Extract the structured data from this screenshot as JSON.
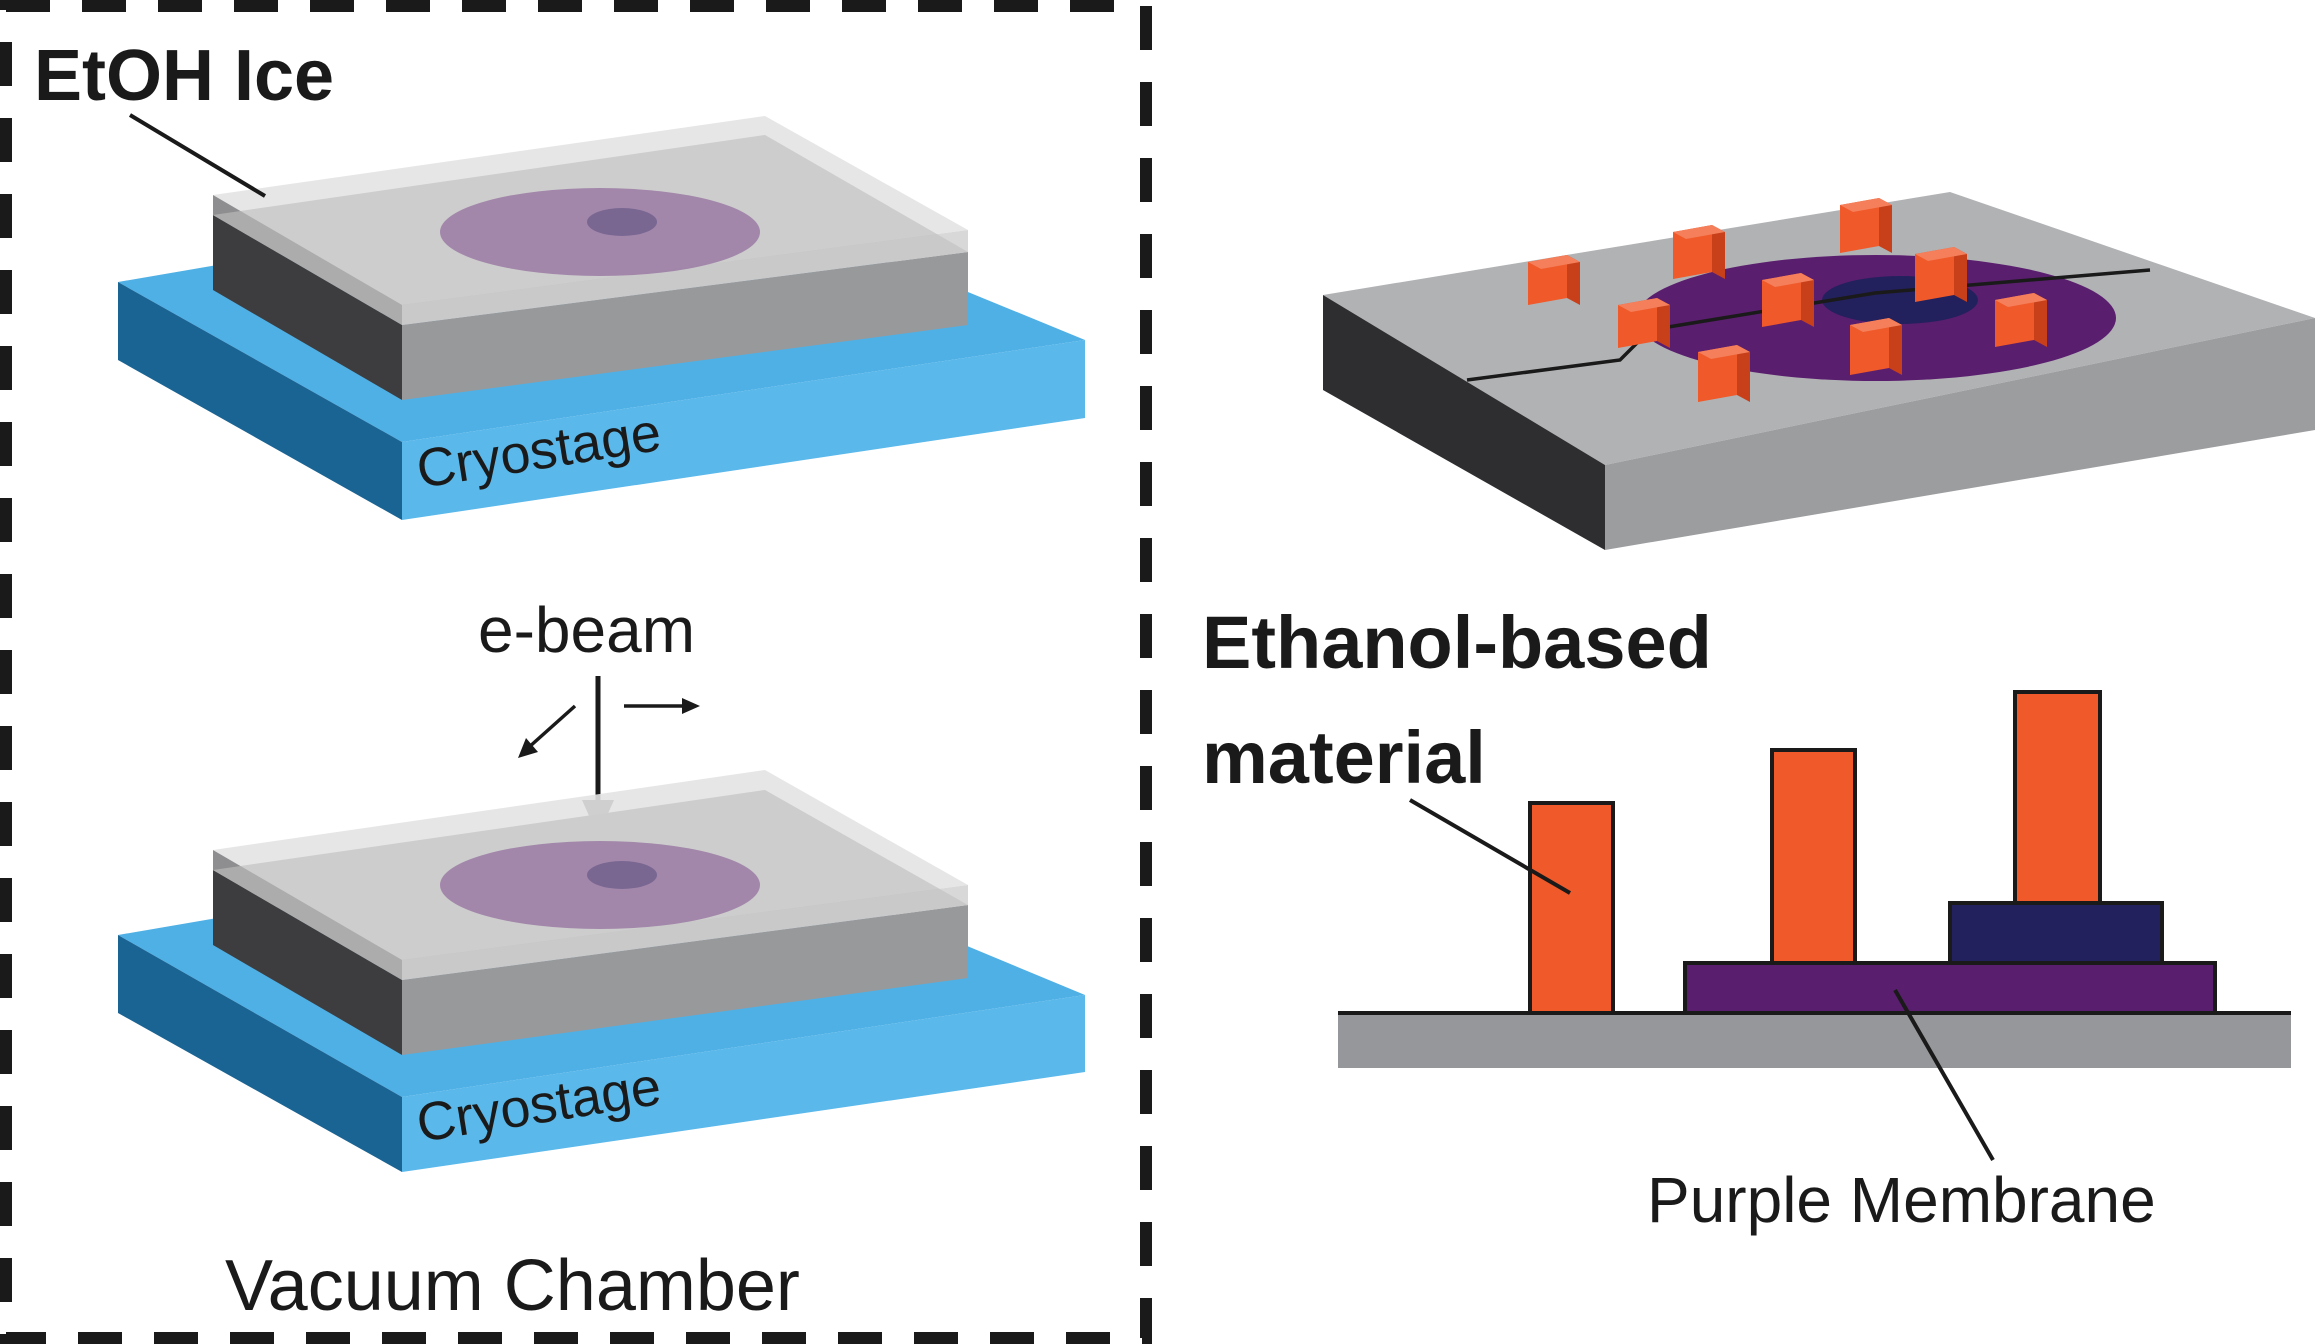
{
  "labels": {
    "etoh_ice": "EtOH Ice",
    "cryostage_top": "Cryostage",
    "cryostage_bottom": "Cryostage",
    "e_beam": "e-beam",
    "vacuum_chamber": "Vacuum Chamber",
    "ethanol_line1": "Ethanol-based",
    "ethanol_line2": "material",
    "purple_membrane": "Purple Membrane"
  },
  "colors": {
    "cryostage_top": "#5fb3e6",
    "cryostage_side": "#1f6f9c",
    "cryostage_front": "#3aa0dc",
    "substrate_top": "#bdbdbe",
    "substrate_front": "#939598",
    "substrate_side": "#3a3a3c",
    "ice_top": "#e7e7e8",
    "membrane": "#5a1e6e",
    "membrane_inner": "#23205e",
    "ethanol_material": "#f0592a",
    "pillar_top": "#f47f5a",
    "pillar_right": "#c7401a"
  }
}
